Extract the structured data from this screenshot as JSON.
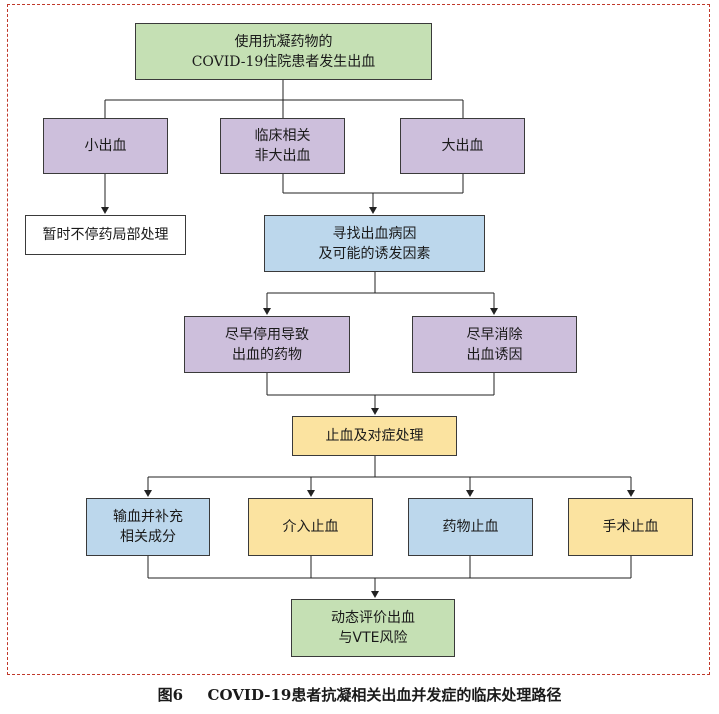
{
  "nodes": {
    "top": [
      "使用抗凝药物的",
      "COVID-19住院患者发生出血"
    ],
    "minor_bleeding": [
      "小出血"
    ],
    "crnm_bleeding": [
      "临床相关",
      "非大出血"
    ],
    "major_bleeding": [
      "大出血"
    ],
    "temporary_local": [
      "暂时不停药局部处理"
    ],
    "find_cause": [
      "寻找出血病因",
      "及可能的诱发因素"
    ],
    "stop_drugs": [
      "尽早停用导致",
      "出血的药物"
    ],
    "remove_causes": [
      "尽早消除",
      "出血诱因"
    ],
    "hemostasis": [
      "止血及对症处理"
    ],
    "transfusion": [
      "输血并补充",
      "相关成分"
    ],
    "interventional": [
      "介入止血"
    ],
    "drug_hemostasis": [
      "药物止血"
    ],
    "surgical": [
      "手术止血"
    ],
    "dynamic_eval": [
      "动态评价出血",
      "与VTE风险"
    ]
  },
  "caption": {
    "label": "图6",
    "text": "COVID-19患者抗凝相关出血并发症的临床处理路径"
  },
  "colors": {
    "green": "#c5e0b4",
    "purple": "#cdbfdc",
    "blue": "#bcd7ec",
    "yellow": "#fbe3a0",
    "frame_border": "#c0392b"
  }
}
